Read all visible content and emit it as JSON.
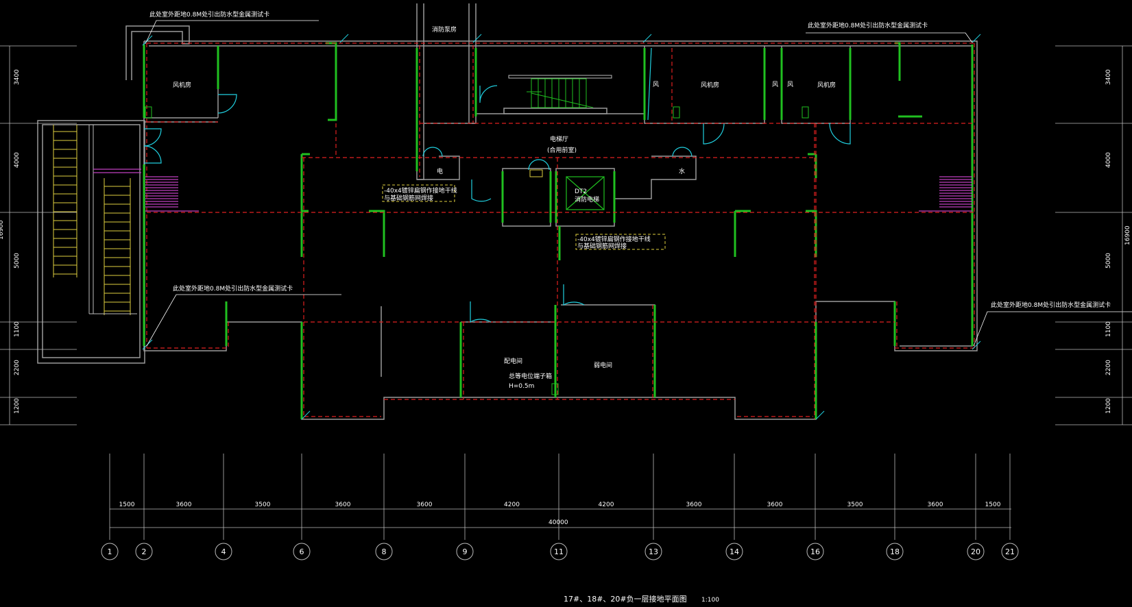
{
  "title": "17#、18#、20#负一层接地平面图",
  "scale": "1:100",
  "notes": {
    "top_left": "此处室外距地0.8M处引出防水型金属测试卡",
    "top_right": "此处室外距地0.8M处引出防水型金属测试卡",
    "mid_left": "此处室外距地0.8M处引出防水型金属测试卡",
    "mid_right": "此处室外距地0.8M处引出防水型金属测试卡",
    "left_box_line1": "-40x4镀锌扁钢作接地干线",
    "left_box_line2": "与基础钢筋网焊接",
    "right_box_line1": "-40x4镀锌扁钢作接地干线",
    "right_box_line2": "与基础钢筋网焊接",
    "terminal_line1": "总等电位端子箱",
    "terminal_line2": "H=0.5m"
  },
  "rooms": {
    "fan_room_left": "风机房",
    "fan_room_mid": "风机房",
    "fan_room_right": "风机房",
    "pump_room": "消防泵房",
    "elevator_hall": "电梯厅",
    "elevator_hall_sub": "(合用前室)",
    "elevator_id": "DT2",
    "elevator_sub": "消防电梯",
    "power_room": "配电间",
    "fire_room": "弱电间",
    "elec": "电",
    "water": "水",
    "wind1": "风",
    "wind2": "风",
    "wind3": "风"
  },
  "left_dims": [
    "3400",
    "4000",
    "5000",
    "1100",
    "2200",
    "1200"
  ],
  "right_dims": [
    "3400",
    "4000",
    "5000",
    "1100",
    "2200",
    "1200"
  ],
  "left_total": "16900",
  "right_total": "16900",
  "bottom_dims": [
    "1500",
    "3600",
    "3500",
    "3600",
    "3600",
    "4200",
    "4200",
    "3600",
    "3600",
    "3500",
    "3600",
    "1500"
  ],
  "bottom_total": "40000",
  "axes": [
    "1",
    "2",
    "4",
    "6",
    "8",
    "9",
    "11",
    "13",
    "14",
    "16",
    "18",
    "20",
    "21"
  ]
}
